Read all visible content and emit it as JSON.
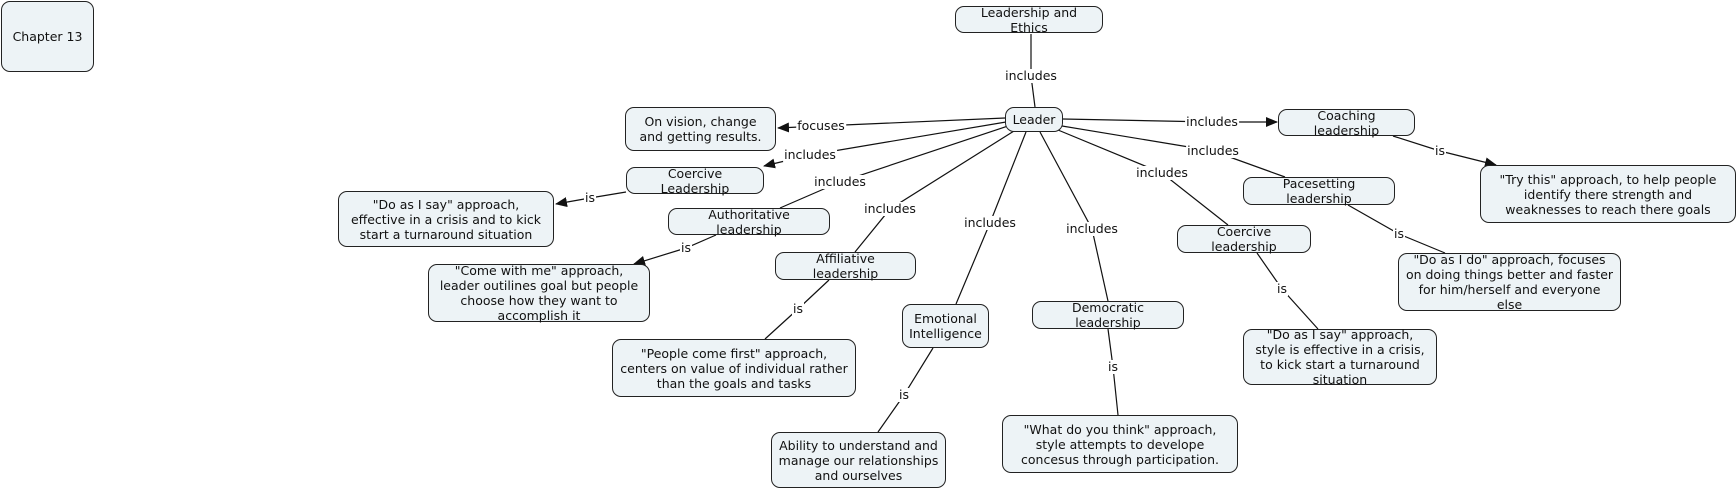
{
  "colors": {
    "node_fill": "#edf3f6",
    "node_border": "#222222",
    "edge": "#111111",
    "background": "#ffffff"
  },
  "nodes": {
    "chapter": "Chapter 13",
    "leadership_ethics": "Leadership and Ethics",
    "leader": "Leader",
    "vision": "On vision, change and getting results.",
    "coercive_left": "Coercive Leadership",
    "coercive_left_desc": "\"Do as I say\" approach, effective in a crisis and to kick start a turnaround situation",
    "authoritative": "Authoritative leadership",
    "authoritative_desc": "\"Come with me\" approach, leader outilines goal but people choose how they want to accomplish it",
    "affiliative": "Affiliative leadership",
    "affiliative_desc": "\"People come first\" approach, centers on value of individual rather than the goals and tasks",
    "emotional": "Emotional Intelligence",
    "emotional_desc": "Ability to understand and manage our relationships and ourselves",
    "democratic": "Democratic leadership",
    "democratic_desc": "\"What do you think\" approach, style attempts to develope concesus through participation.",
    "coercive_right": "Coercive leadership",
    "coercive_right_desc": "\"Do as I say\" approach, style is effective in a crisis, to kick start a turnaround situation",
    "pacesetting": "Pacesetting leadership",
    "pacesetting_desc": "\"Do as I do\" approach, focuses on doing things better and faster for him/herself and everyone else",
    "coaching": "Coaching leadership",
    "coaching_desc": "\"Try this\" approach, to help people identify there strength and weaknesses to reach there goals"
  },
  "edges": [
    {
      "from": "leadership_ethics",
      "to": "leader",
      "label": "includes"
    },
    {
      "from": "leader",
      "to": "vision",
      "label": "focuses"
    },
    {
      "from": "leader",
      "to": "coercive_left",
      "label": "includes"
    },
    {
      "from": "leader",
      "to": "authoritative",
      "label": "includes"
    },
    {
      "from": "leader",
      "to": "affiliative",
      "label": "includes"
    },
    {
      "from": "leader",
      "to": "emotional",
      "label": "includes"
    },
    {
      "from": "leader",
      "to": "democratic",
      "label": "includes"
    },
    {
      "from": "leader",
      "to": "coercive_right",
      "label": "includes"
    },
    {
      "from": "leader",
      "to": "pacesetting",
      "label": "includes"
    },
    {
      "from": "leader",
      "to": "coaching",
      "label": "includes"
    },
    {
      "from": "coercive_left",
      "to": "coercive_left_desc",
      "label": "is"
    },
    {
      "from": "authoritative",
      "to": "authoritative_desc",
      "label": "is"
    },
    {
      "from": "affiliative",
      "to": "affiliative_desc",
      "label": "is"
    },
    {
      "from": "emotional",
      "to": "emotional_desc",
      "label": "is"
    },
    {
      "from": "democratic",
      "to": "democratic_desc",
      "label": "is"
    },
    {
      "from": "coercive_right",
      "to": "coercive_right_desc",
      "label": "is"
    },
    {
      "from": "pacesetting",
      "to": "pacesetting_desc",
      "label": "is"
    },
    {
      "from": "coaching",
      "to": "coaching_desc",
      "label": "is"
    }
  ]
}
